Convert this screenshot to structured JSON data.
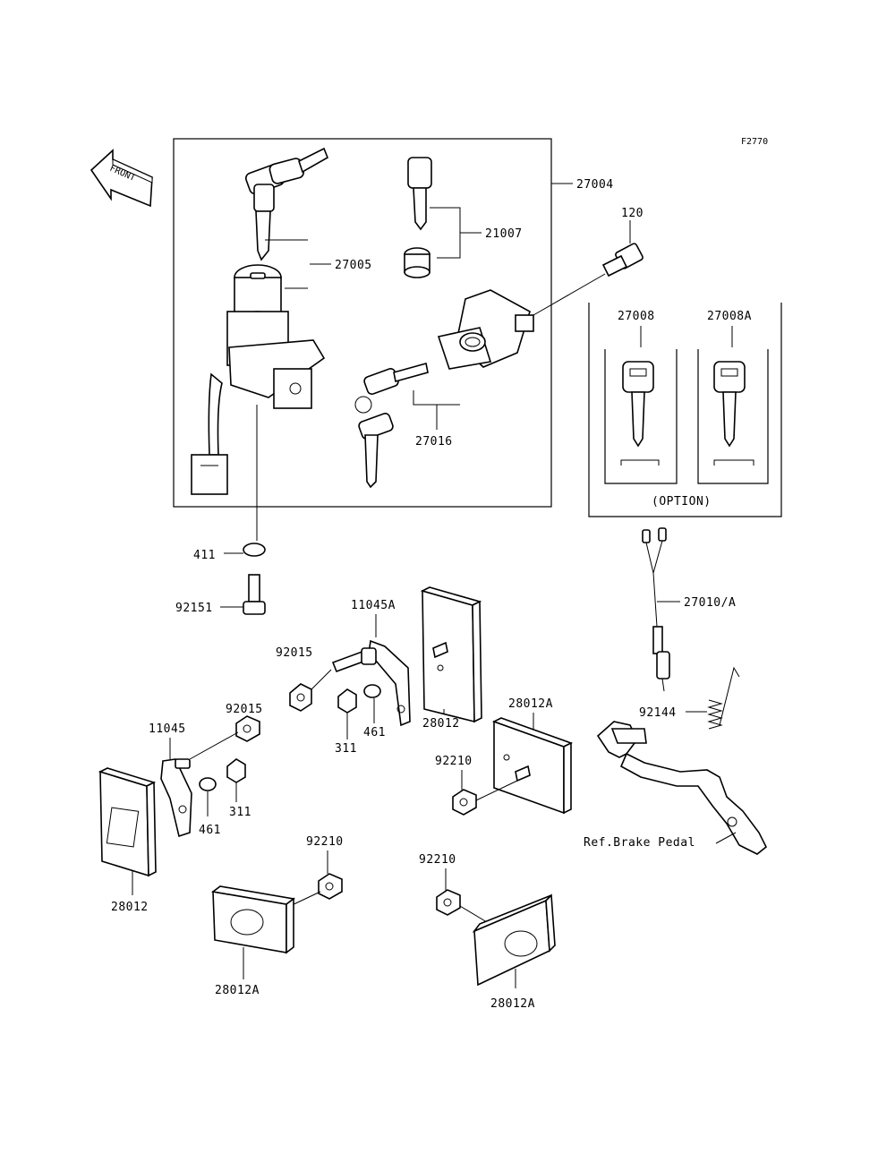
{
  "diagram": {
    "figure_code": "F2770",
    "front_label": "FRONT",
    "option_label": "(OPTION)",
    "part_labels": {
      "p27004": "27004",
      "p27005": "27005",
      "p21007": "21007",
      "p120": "120",
      "p27016": "27016",
      "p27008": "27008",
      "p27008A": "27008A",
      "p411": "411",
      "p92151": "92151",
      "p11045A": "11045A",
      "p92015a": "92015",
      "p92015b": "92015",
      "p311a": "311",
      "p461a": "461",
      "p28012a": "28012",
      "p28012A_top": "28012A",
      "p92210a": "92210",
      "p11045": "11045",
      "p461b": "461",
      "p311b": "311",
      "p28012b": "28012",
      "p92210b": "92210",
      "p92210c": "92210",
      "p28012A_left": "28012A",
      "p28012A_right": "28012A",
      "p27010A": "27010/A",
      "p92144": "92144",
      "ref_brake": "Ref.Brake Pedal"
    }
  }
}
